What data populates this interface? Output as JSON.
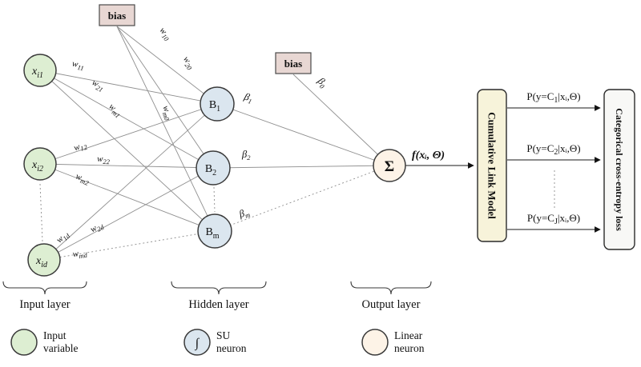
{
  "bias_top": {
    "label": "bias"
  },
  "bias_mid": {
    "label": "bias"
  },
  "nodes": {
    "input1": {
      "pre": "x",
      "sub": "i1"
    },
    "input2": {
      "pre": "x",
      "sub": "i2"
    },
    "input3": {
      "pre": "x",
      "sub": "id"
    },
    "hidden1": {
      "pre": "B",
      "sub": "1"
    },
    "hidden2": {
      "pre": "B",
      "sub": "2"
    },
    "hidden3": {
      "pre": "B",
      "sub": "m"
    },
    "sum": {
      "label": "Σ"
    }
  },
  "weights": {
    "w11": {
      "pre": "w",
      "sub": "11"
    },
    "w21": {
      "pre": "w",
      "sub": "21"
    },
    "wm1": {
      "pre": "w",
      "sub": "m1"
    },
    "w10": {
      "pre": "w",
      "sub": "10"
    },
    "w20": {
      "pre": "w",
      "sub": "20"
    },
    "wm0": {
      "pre": "w",
      "sub": "m0"
    },
    "w12": {
      "pre": "w",
      "sub": "12"
    },
    "w22": {
      "pre": "w",
      "sub": "22"
    },
    "wm2": {
      "pre": "w",
      "sub": "m2"
    },
    "w1d": {
      "pre": "w",
      "sub": "1d"
    },
    "w2d": {
      "pre": "w",
      "sub": "2d"
    },
    "wmd": {
      "pre": "w",
      "sub": "md"
    }
  },
  "betas": {
    "b1": {
      "pre": "β",
      "sub": "1"
    },
    "b2": {
      "pre": "β",
      "sub": "2"
    },
    "bm": {
      "pre": "β",
      "sub": "m"
    },
    "b0": {
      "pre": "β",
      "sub": "0"
    }
  },
  "f_label": "f(xᵢ, Θ)",
  "clm_label": "Cumulative Link Model",
  "loss_label": "Categorical cross-entropy loss",
  "outputs": [
    {
      "pre": "P(y=C",
      "sub": "1",
      "post": "|xᵢ,Θ)"
    },
    {
      "pre": "P(y=C",
      "sub": "2",
      "post": "|xᵢ,Θ)"
    },
    {
      "pre": "P(y=C",
      "sub": "J",
      "post": "|xᵢ,Θ)"
    }
  ],
  "layers": [
    {
      "label": "Input layer"
    },
    {
      "label": "Hidden layer"
    },
    {
      "label": "Output layer"
    }
  ],
  "legend": [
    {
      "glyph": "",
      "line1": "Input",
      "line2": "variable"
    },
    {
      "glyph": "∫",
      "line1": "SU",
      "line2": "neuron"
    },
    {
      "glyph": "",
      "line1": "Linear",
      "line2": "neuron"
    }
  ],
  "colors": {
    "input_fill": "#ddeed2",
    "hidden_fill": "#dbe6ef",
    "output_fill": "#fdf3e7",
    "bias_fill": "#e8d7d3",
    "clm_fill": "#f7f3da",
    "loss_fill": "#f8f8f6"
  }
}
